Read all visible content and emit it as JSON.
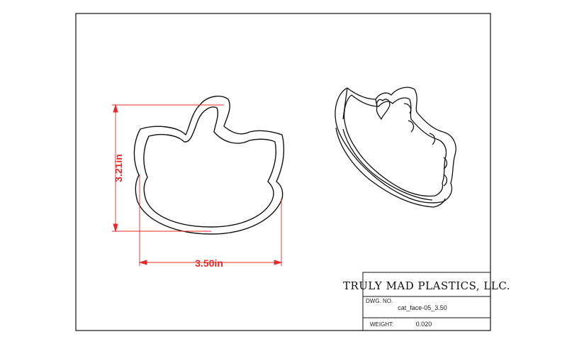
{
  "dimensions": {
    "height": "3.21in",
    "width": "3.50in"
  },
  "title_block": {
    "company": "TRULY MAD PLASTICS, LLC.",
    "dwg_no_label": "DWG. NO.",
    "dwg_no": "cat_face-05_3.50",
    "weight_label": "WEIGHT:",
    "weight": "0.020"
  },
  "colors": {
    "dimension": "#e8292b",
    "outline": "#111111"
  }
}
